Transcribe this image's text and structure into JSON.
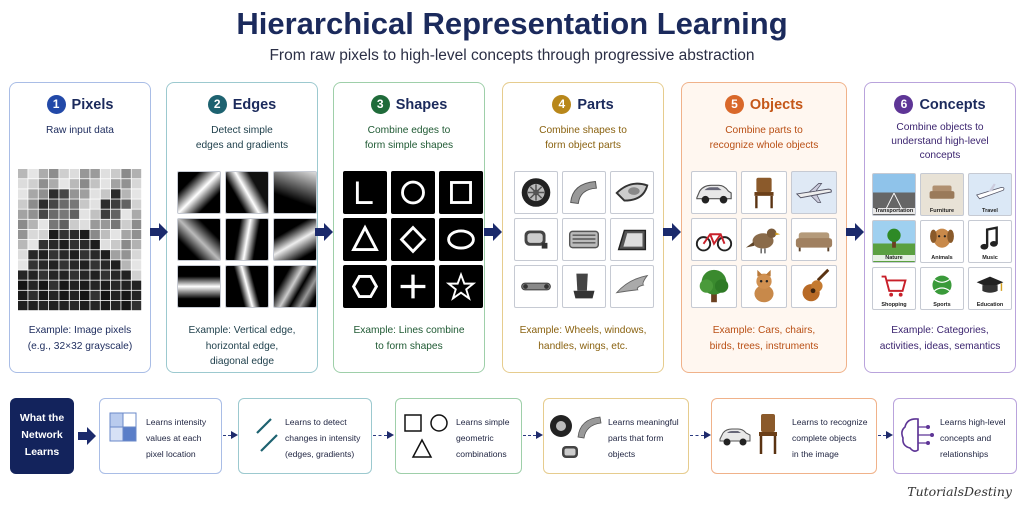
{
  "header": {
    "title": "Hierarchical Representation Learning",
    "subtitle": "From raw pixels to high-level concepts through progressive abstraction"
  },
  "colors": {
    "navy": "#1b2a5c",
    "pixels": "#2249a8",
    "edges": "#1d6270",
    "shapes": "#1f6b3a",
    "parts": "#b8871a",
    "objects": "#d9682a",
    "concepts": "#5e3596"
  },
  "stages": [
    {
      "num": "1",
      "title": "Pixels",
      "desc": [
        "Raw input data"
      ],
      "example": [
        "Example: Image pixels",
        "(e.g., 32×32 grayscale)"
      ]
    },
    {
      "num": "2",
      "title": "Edges",
      "desc": [
        "Detect simple",
        "edges and gradients"
      ],
      "example": [
        "Example: Vertical edge,",
        "horizontal edge,",
        "diagonal edge"
      ]
    },
    {
      "num": "3",
      "title": "Shapes",
      "desc": [
        "Combine edges to",
        "form simple shapes"
      ],
      "example": [
        "Example: Lines combine",
        "to form shapes"
      ],
      "items": [
        "L-shape",
        "circle",
        "square",
        "triangle",
        "diamond",
        "ellipse",
        "hexagon",
        "plus",
        "star"
      ]
    },
    {
      "num": "4",
      "title": "Parts",
      "desc": [
        "Combine shapes to",
        "form object parts"
      ],
      "example": [
        "Example: Wheels, windows,",
        "handles, wings, etc."
      ],
      "items": [
        "wheel",
        "fender",
        "headlight",
        "mirror",
        "grille",
        "window",
        "handle",
        "seat",
        "wing"
      ]
    },
    {
      "num": "5",
      "title": "Objects",
      "desc": [
        "Combine parts to",
        "recognize whole objects"
      ],
      "example": [
        "Example: Cars, chairs,",
        "birds, trees, instruments"
      ],
      "items": [
        "car",
        "chair",
        "airplane",
        "bicycle",
        "bird",
        "sofa",
        "tree",
        "cat",
        "guitar"
      ]
    },
    {
      "num": "6",
      "title": "Concepts",
      "desc": [
        "Combine objects to",
        "understand high-level",
        "concepts"
      ],
      "example": [
        "Example: Categories,",
        "activities, ideas, semantics"
      ],
      "items": [
        "Transportation",
        "Furniture",
        "Travel",
        "Nature",
        "Animals",
        "Music",
        "Shopping",
        "Sports",
        "Education"
      ]
    }
  ],
  "learns": {
    "label": [
      "What the",
      "Network",
      "Learns"
    ],
    "items": [
      [
        "Learns intensity",
        "values at each",
        "pixel location"
      ],
      [
        "Learns to detect",
        "changes in intensity",
        "(edges, gradients)"
      ],
      [
        "Learns simple",
        "geometric",
        "combinations"
      ],
      [
        "Learns meaningful",
        "parts that form",
        "objects"
      ],
      [
        "Learns to recognize",
        "complete objects",
        "in the image"
      ],
      [
        "Learns high-level",
        "concepts and",
        "relationships"
      ]
    ]
  },
  "footer": {
    "brand": "TutorialsDestiny"
  }
}
